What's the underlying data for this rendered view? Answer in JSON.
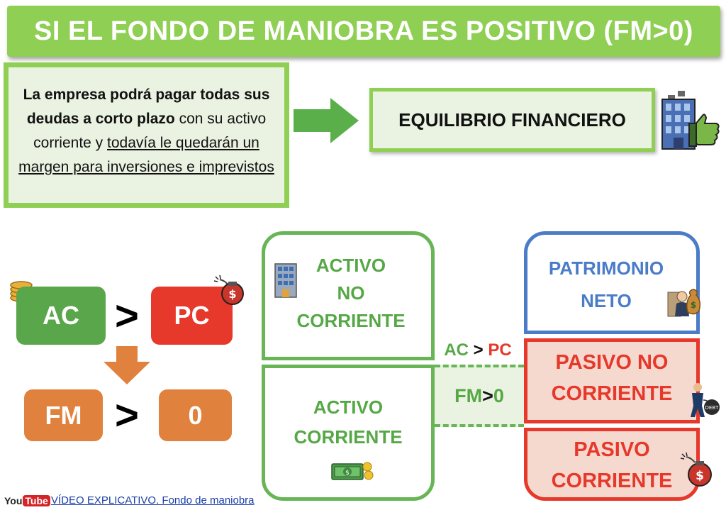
{
  "title": "SI EL FONDO DE MANIOBRA ES POSITIVO (FM>0)",
  "explanation": {
    "part1_bold": "La empresa podrá pagar todas sus deudas a corto plazo",
    "part2": " con su activo corriente y ",
    "part3_underlined": "todavía le quedarán un margen para inversiones e imprevistos"
  },
  "result": "EQUILIBRIO FINANCIERO",
  "formula": {
    "ac": "AC",
    "pc": "PC",
    "fm": "FM",
    "zero": "0",
    "gt": ">"
  },
  "balance": {
    "activo_no_corriente": [
      "ACTIVO",
      "NO",
      "CORRIENTE"
    ],
    "activo_corriente": [
      "ACTIVO",
      "CORRIENTE"
    ],
    "patrimonio_neto": [
      "PATRIMONIO",
      "NETO"
    ],
    "pasivo_no_corriente": [
      "PASIVO NO",
      "CORRIENTE"
    ],
    "pasivo_corriente": [
      "PASIVO",
      "CORRIENTE"
    ],
    "comparison_left": "AC",
    "comparison_op": ">",
    "comparison_right": "PC",
    "fm_left": "FM",
    "fm_op": ">",
    "fm_right": "0"
  },
  "footer": {
    "logo_you": "You",
    "logo_tube": "Tube",
    "link_text": "VÍDEO EXPLICATIVO. Fondo de maniobra"
  },
  "colors": {
    "green": "#8fcf54",
    "dark_green": "#67b555",
    "red": "#e6382b",
    "orange": "#e0823d",
    "blue": "#4a7cc8"
  },
  "icons": [
    "office-building-thumbs-up-icon",
    "coins-icon",
    "money-bag-bomb-icon",
    "building-icon",
    "investor-money-icon",
    "debt-ball-icon",
    "cash-icon",
    "arrow-right-icon",
    "arrow-down-icon",
    "youtube-logo-icon"
  ]
}
